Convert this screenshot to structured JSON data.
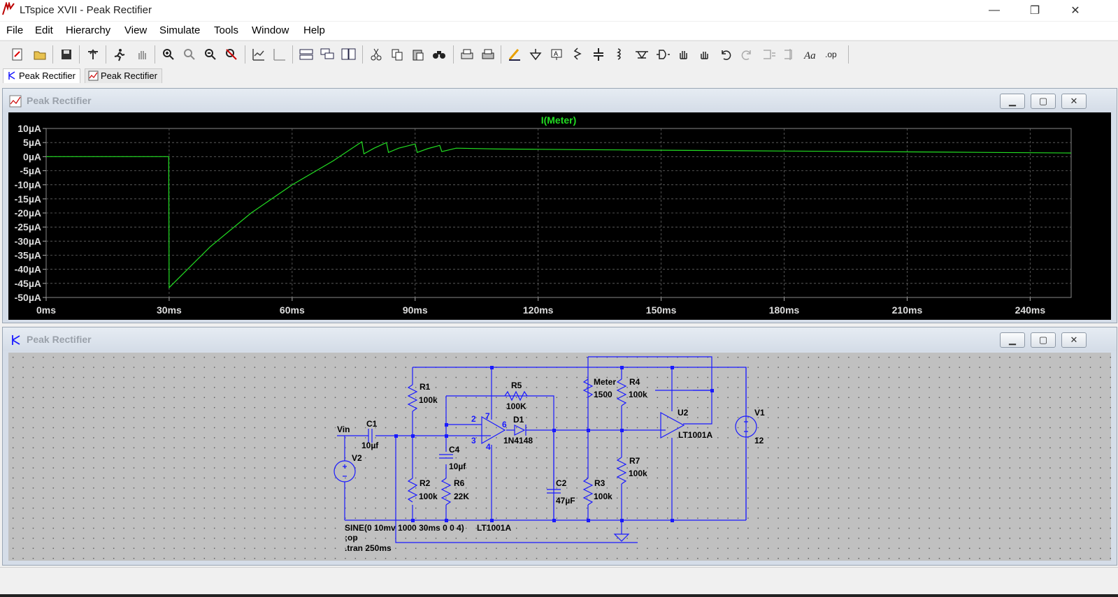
{
  "window": {
    "title": "LTspice XVII - Peak Rectifier",
    "controls": [
      "—",
      "❐",
      "✕"
    ]
  },
  "menu": [
    {
      "label": "File"
    },
    {
      "label": "Edit"
    },
    {
      "label": "Hierarchy"
    },
    {
      "label": "View"
    },
    {
      "label": "Simulate"
    },
    {
      "label": "Tools"
    },
    {
      "label": "Window"
    },
    {
      "label": "Help"
    }
  ],
  "tabs": [
    {
      "label": "Peak Rectifier",
      "kind": "schematic"
    },
    {
      "label": "Peak Rectifier",
      "kind": "waveform"
    }
  ],
  "waveform_window": {
    "title": "Peak Rectifier",
    "trace_label": "I(Meter)",
    "trace_color": "#22dd22",
    "background": "#000000"
  },
  "schematic_window": {
    "title": "Peak Rectifier",
    "wire_color": "#1a1aff",
    "labels": {
      "vin": "Vin",
      "c1": "C1",
      "c1_val": "10µf",
      "v2": "V2",
      "r1": "R1",
      "r1_val": "100k",
      "r2": "R2",
      "r2_val": "100k",
      "c4": "C4",
      "c4_val": "10µf",
      "r6": "R6",
      "r6_val": "22K",
      "r5": "R5",
      "r5_val": "100K",
      "d1": "D1",
      "d1_val": "1N4148",
      "pin2": "2",
      "pin3": "3",
      "pin7": "7",
      "pin6": "6",
      "pin4": "4",
      "c2": "C2",
      "c2_val": "47µF",
      "meter": "Meter",
      "meter_val": "1500",
      "r3": "R3",
      "r3_val": "100k",
      "r4": "R4",
      "r4_val": "100k",
      "r7": "R7",
      "r7_val": "100k",
      "u2": "U2",
      "u2_val": "LT1001A",
      "u1_val": "LT1001A",
      "v1": "V1",
      "v1_val": "12",
      "sine": "SINE(0 10mv 1000 30ms 0 0 4)",
      "op": ";op",
      "tran": ".tran 250ms"
    }
  },
  "chart_data": {
    "type": "line",
    "title": "I(Meter)",
    "xlabel": "",
    "ylabel": "",
    "x_unit": "ms",
    "y_unit": "µA",
    "xlim": [
      0,
      250
    ],
    "ylim": [
      -50,
      10
    ],
    "x_ticks": [
      "0ms",
      "30ms",
      "60ms",
      "90ms",
      "120ms",
      "150ms",
      "180ms",
      "210ms",
      "240ms"
    ],
    "y_ticks": [
      "10µA",
      "5µA",
      "0µA",
      "-5µA",
      "-10µA",
      "-15µA",
      "-20µA",
      "-25µA",
      "-30µA",
      "-35µA",
      "-40µA",
      "-45µA",
      "-50µA"
    ],
    "grid": true,
    "series": [
      {
        "name": "I(Meter)",
        "x": [
          0,
          29.9,
          30,
          40,
          50,
          60,
          70,
          77,
          77.5,
          80,
          83,
          83.5,
          86,
          90,
          90.5,
          93,
          96,
          96.5,
          100,
          110,
          120,
          130,
          140,
          150,
          160,
          170,
          180,
          190,
          200,
          210,
          220,
          230,
          240,
          250
        ],
        "y": [
          0,
          0,
          -46.5,
          -32,
          -20,
          -10,
          -1.5,
          5.3,
          1.0,
          3.0,
          5.0,
          1.5,
          3.0,
          4.5,
          1.5,
          2.8,
          4.0,
          1.8,
          3.0,
          2.7,
          2.6,
          2.5,
          2.4,
          2.3,
          2.2,
          2.1,
          2.0,
          1.9,
          1.8,
          1.7,
          1.6,
          1.5,
          1.4,
          1.3
        ]
      }
    ]
  }
}
